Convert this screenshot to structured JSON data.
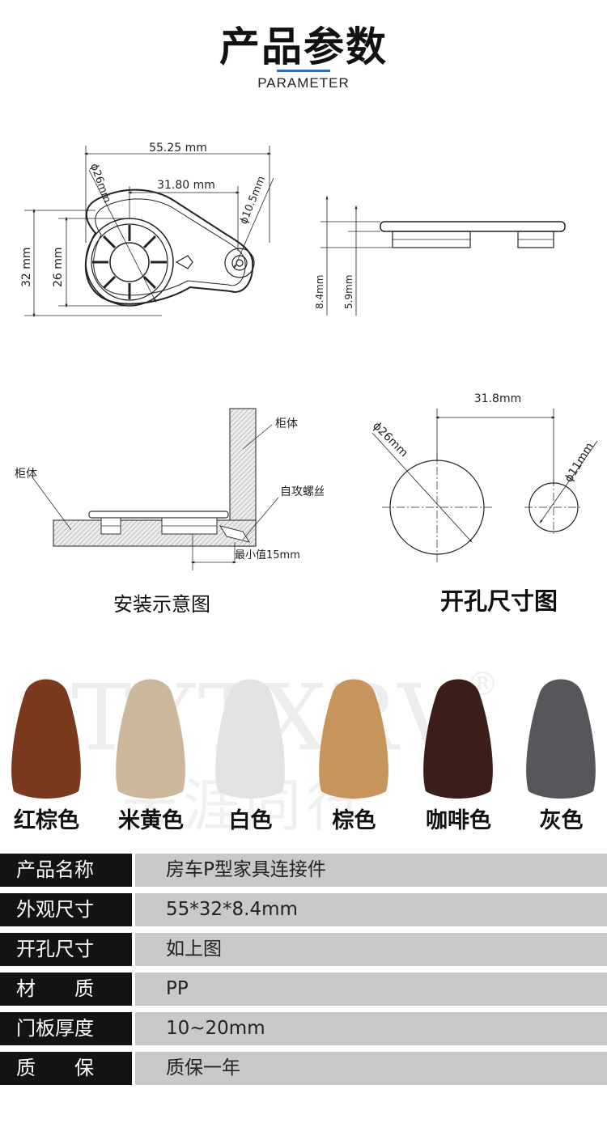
{
  "header": {
    "title": "产品参数",
    "subtitle": "PARAMETER"
  },
  "top_drawing": {
    "dim_length": "55.25 mm",
    "dim_center": "31.80 mm",
    "dim_big_hole": "ɸ26mm",
    "dim_small_hole": "ɸ10.5mm",
    "dim_height_outer": "32 mm",
    "dim_height_inner": "26 mm",
    "dim_thickness": "8.4mm",
    "dim_boss": "5.9mm"
  },
  "install_drawing": {
    "label_cabinet_top": "柜体",
    "label_cabinet_left": "柜体",
    "label_screw": "自攻螺丝",
    "label_min": "最小值15mm",
    "caption": "安装示意图"
  },
  "hole_drawing": {
    "dim_center": "31.8mm",
    "dim_big": "ɸ26mm",
    "dim_small": "ɸ11mm",
    "caption": "开孔尺寸图"
  },
  "watermark": {
    "latin": "TYTXRV",
    "mark": "®",
    "chinese": "天涯同行"
  },
  "colors": [
    {
      "name": "红棕色",
      "hex": "#7a3a1e"
    },
    {
      "name": "米黄色",
      "hex": "#cbb79b"
    },
    {
      "name": "白色",
      "hex": "#e3e3e3"
    },
    {
      "name": "棕色",
      "hex": "#c6955c"
    },
    {
      "name": "咖啡色",
      "hex": "#3a1e17"
    },
    {
      "name": "灰色",
      "hex": "#55575a"
    }
  ],
  "specs": [
    {
      "key": "产品名称",
      "value": "房车P型家具连接件"
    },
    {
      "key": "外观尺寸",
      "value": "55*32*8.4mm"
    },
    {
      "key": "开孔尺寸",
      "value": "如上图"
    },
    {
      "key": "材　　质",
      "value": "PP"
    },
    {
      "key": "门板厚度",
      "value": "10~20mm"
    },
    {
      "key": "质　　保",
      "value": "质保一年"
    }
  ]
}
